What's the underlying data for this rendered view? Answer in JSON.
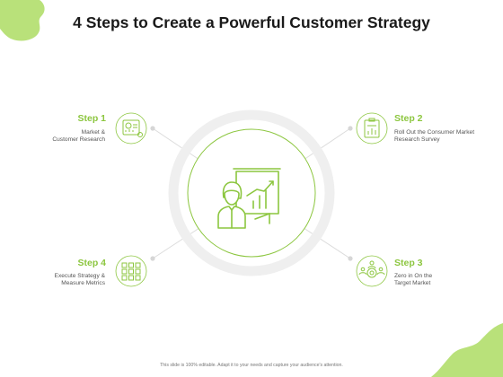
{
  "title": "4 Steps to Create a Powerful Customer Strategy",
  "accent_color": "#8cc63f",
  "steps": [
    {
      "label": "Step 1",
      "desc_line1": "Market &",
      "desc_line2": "Customer Research",
      "icon": "research-tablet-icon"
    },
    {
      "label": "Step 2",
      "desc_line1": "Roll Out the Consumer Market",
      "desc_line2": "Research Survey",
      "icon": "survey-clipboard-icon"
    },
    {
      "label": "Step 3",
      "desc_line1": "Zero in On the",
      "desc_line2": "Target Market",
      "icon": "target-people-icon"
    },
    {
      "label": "Step 4",
      "desc_line1": "Execute Strategy &",
      "desc_line2": "Measure Metrics",
      "icon": "metrics-grid-icon"
    }
  ],
  "center_icon": "presenter-board-icon",
  "footer": "This slide is 100% editable. Adapt it to your needs and capture your audience's attention."
}
